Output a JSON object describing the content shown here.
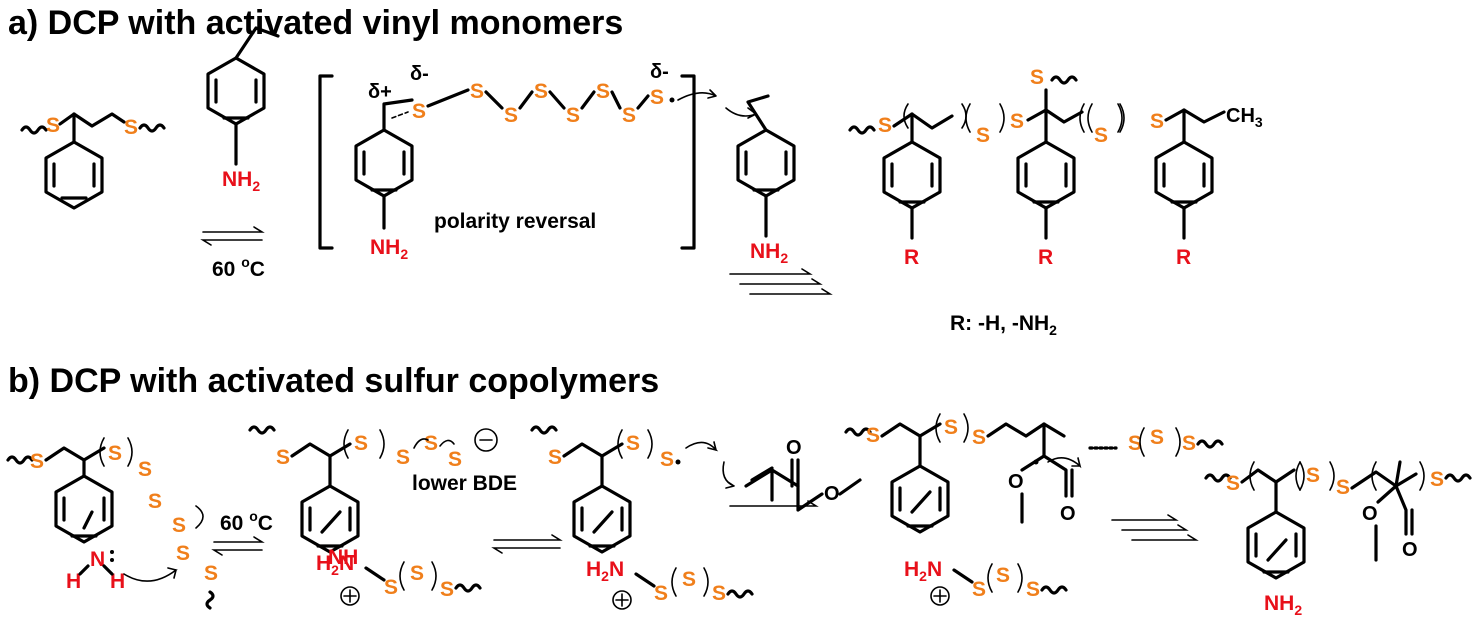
{
  "sections": {
    "a": {
      "heading": "a) DCP with activated vinyl monomers",
      "condition": "60 °C",
      "condition_base": "60 ",
      "condition_sup": "o",
      "condition_unit": "C",
      "intermediate_label": "polarity reversal",
      "delta_plus": "δ+",
      "delta_minus": "δ-",
      "r_group_note": "R: -H, -NH2",
      "r_label": "R"
    },
    "b": {
      "heading": "b) DCP with activated sulfur copolymers",
      "condition": "60 °C",
      "annotation": "lower BDE"
    }
  },
  "atoms": {
    "sulfur": "S",
    "amine": "NH2",
    "amine_base": "NH",
    "amine_sub": "2",
    "nitrogen": "N",
    "hydrogen": "H",
    "oxygen": "O",
    "methyl": "CH3",
    "methyl_base": "CH",
    "methyl_sub": "3"
  },
  "colors": {
    "sulfur": "#f07f1b",
    "nitrogen": "#e8101a",
    "bond": "#000000"
  }
}
